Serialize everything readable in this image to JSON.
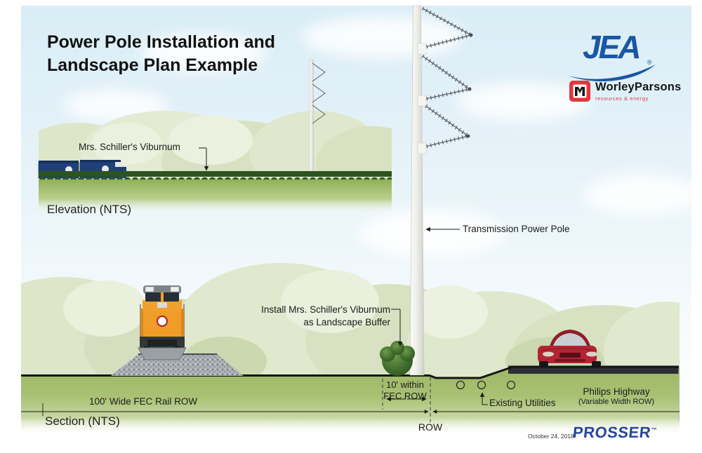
{
  "title": {
    "line1": "Power Pole Installation and",
    "line2": "Landscape Plan Example"
  },
  "logos": {
    "jea": {
      "text": "JEA",
      "registered": "®"
    },
    "worley": {
      "name": "WorleyParsons",
      "tagline": "resources & energy"
    },
    "prosser": {
      "text": "PROSSER",
      "trademark": "™"
    }
  },
  "elevation": {
    "caption": "Elevation (NTS)",
    "viburnum_label": "Mrs. Schiller's Viburnum"
  },
  "section": {
    "caption": "Section (NTS)",
    "pole_label": "Transmission Power Pole",
    "install_line1": "Install Mrs. Schiller's Viburnum",
    "install_line2": "as Landscape Buffer",
    "within_line1": "10' within",
    "within_line2": "FEC ROW",
    "rail_row_label": "100' Wide FEC Rail ROW",
    "row_label": "ROW",
    "utilities_label": "Existing Utilities",
    "highway_line1": "Philips Highway",
    "highway_line2": "(Variable Width ROW)"
  },
  "footer": {
    "date": "October 24, 2018"
  },
  "colors": {
    "jea_blue": "#1a57a3",
    "worley_red": "#e2373b",
    "prosser_blue": "#27479b",
    "sky": "#ddeef6",
    "grass": "#a3bd6c",
    "hedge": "#2f5a23"
  }
}
